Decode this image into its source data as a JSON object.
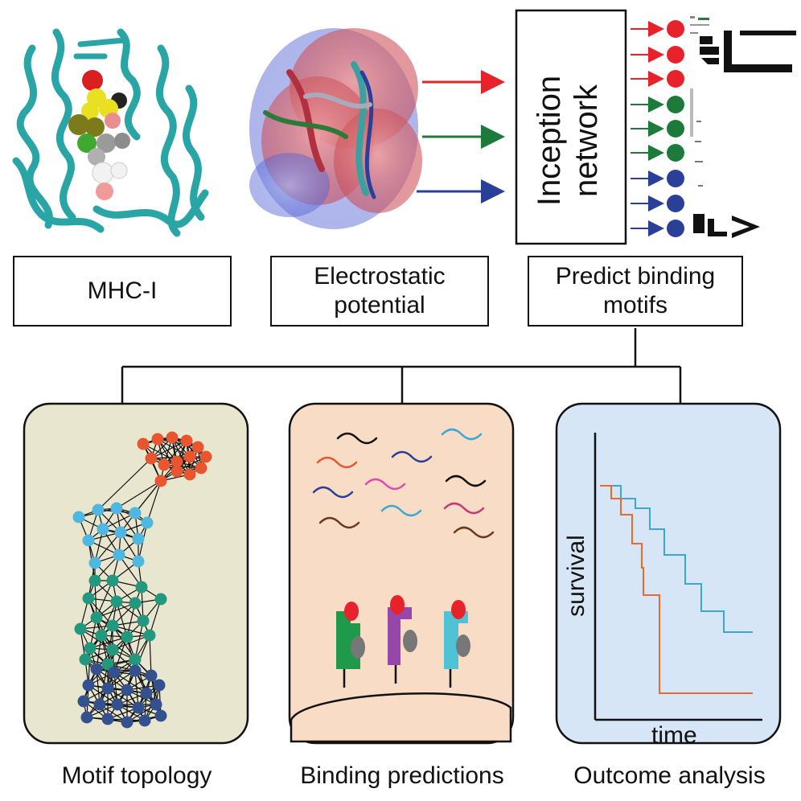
{
  "top_row": {
    "mhc_label": "MHC-I",
    "electrostatic_label_line1": "Electrostatic",
    "electrostatic_label_line2": "potential",
    "predict_label_line1": "Predict binding",
    "predict_label_line2": "motifs",
    "network_label_line1": "Inception",
    "network_label_line2": "network"
  },
  "bottom_row": {
    "motif_caption": "Motif topology",
    "binding_caption": "Binding predictions",
    "outcome_caption": "Outcome analysis",
    "survival_axis_label": "survival",
    "time_axis_label": "time"
  },
  "colors": {
    "arrow_red": "#e8222a",
    "arrow_green": "#1c7a3a",
    "arrow_blue": "#2a3f98",
    "panel_motif_bg": "#e9e6cf",
    "panel_binding_bg": "#f8dcc6",
    "panel_outcome_bg": "#d6e6f6",
    "node_red": "#e8552e",
    "node_lightblue": "#4fb7e0",
    "node_teal": "#22997e",
    "node_navy": "#33508f",
    "curve_orange": "#ea6a2a",
    "curve_blue": "#3ba8d4",
    "protein_teal": "#2aa5a5"
  },
  "icons": {
    "mhc_structure": "mhc-protein-ribbon-icon",
    "electrostatic_structure": "electrostatic-surface-icon",
    "sequence_logo": "sequence-logo-icon",
    "cell": "cell-surface-icon"
  }
}
